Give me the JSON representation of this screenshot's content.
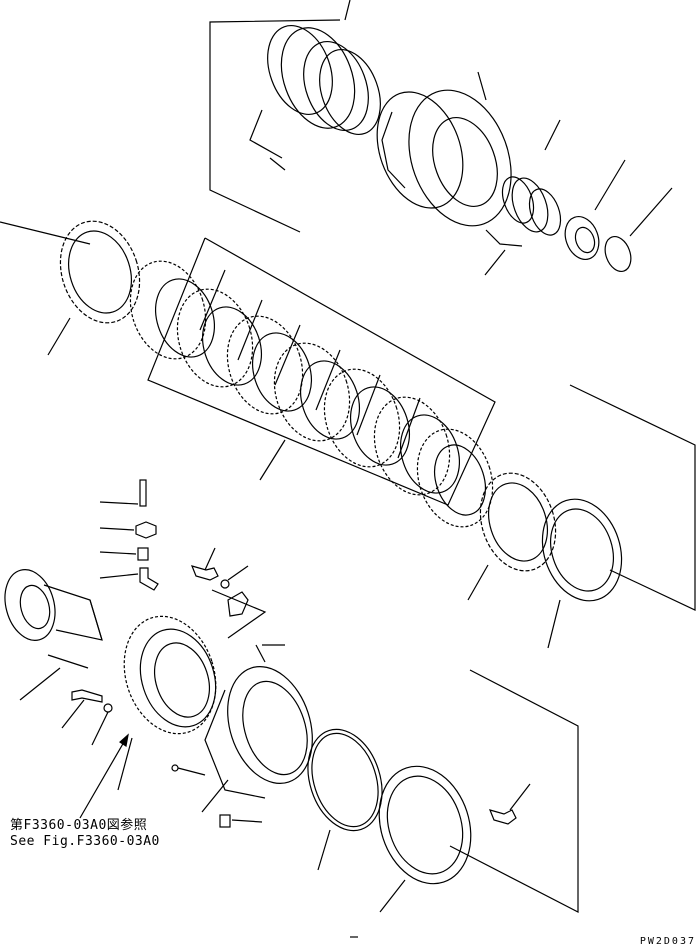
{
  "reference": {
    "line_jp": "第F3360-03A0図参照",
    "line_en": "See Fig.F3360-03A0"
  },
  "drawing_code": "PW2D037"
}
